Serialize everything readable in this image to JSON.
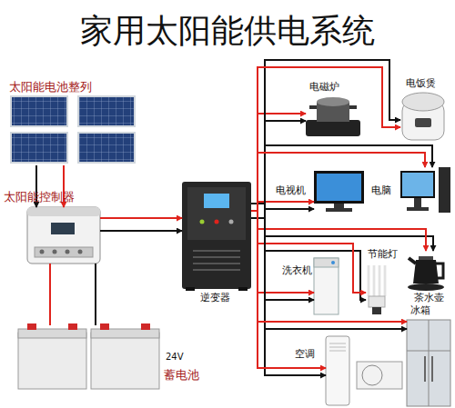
{
  "diagram": {
    "title": "家用太阳能供电系统",
    "nodes": [
      {
        "text": [
          "太阳能电池整列"
        ]
      },
      {
        "text": [
          "太阳能控制器"
        ]
      },
      {
        "text": [
          "逆变器"
        ]
      },
      {
        "text": [
          "蓄电池"
        ]
      },
      {
        "text": [
          "电磁炉"
        ]
      },
      {
        "text": [
          "电饭煲"
        ]
      },
      {
        "text": [
          "电视机"
        ]
      },
      {
        "text": [
          "电脑"
        ]
      },
      {
        "text": [
          "洗衣机"
        ]
      },
      {
        "text": [
          "节能灯"
        ]
      },
      {
        "text": [
          "茶水壶"
        ]
      },
      {
        "text": [
          "空调"
        ]
      },
      {
        "text": [
          "冰箱"
        ]
      }
    ],
    "edges": [
      {
        "from": 0,
        "to": 1,
        "arrow": "to"
      },
      {
        "from": 1,
        "to": 2,
        "arrow": "to"
      },
      {
        "from": 1,
        "to": 3,
        "arrow": "none"
      },
      {
        "from": 2,
        "to": 4,
        "arrow": "to"
      },
      {
        "from": 2,
        "to": 5,
        "arrow": "to"
      },
      {
        "from": 2,
        "to": 6,
        "arrow": "to"
      },
      {
        "from": 2,
        "to": 7,
        "arrow": "to"
      },
      {
        "from": 2,
        "to": 8,
        "arrow": "to"
      },
      {
        "from": 2,
        "to": 9,
        "arrow": "to"
      },
      {
        "from": 2,
        "to": 10,
        "arrow": "to"
      },
      {
        "from": 2,
        "to": 11,
        "arrow": "to"
      },
      {
        "from": 2,
        "to": 12,
        "arrow": "to"
      }
    ],
    "labels": [
      "24V"
    ]
  }
}
